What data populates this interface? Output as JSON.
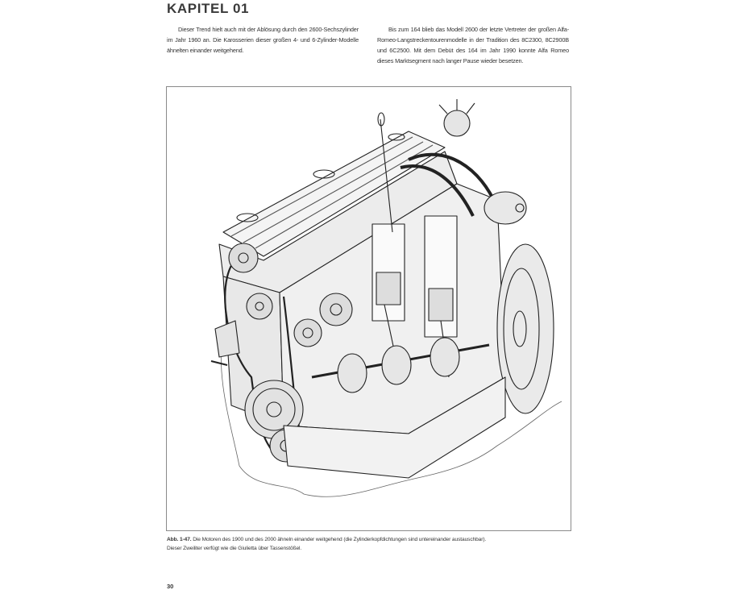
{
  "header": {
    "chapter": "KAPITEL 01"
  },
  "body": {
    "left_paragraph": "Dieser Trend hielt auch mit der Ablösung durch den 2600-Sechszylinder im Jahr 1960 an. Die Karosserien dieser großen 4- und 6-Zylinder-Modelle ähnelten einander weitgehend.",
    "right_paragraph": "Bis zum 164 blieb das Modell 2600 der letzte Vertreter der großen Alfa-Romeo-Langstreckentourenmodelle in der Tradition des 8C2300, 8C2900B und 6C2500. Mit dem Debüt des 164 im Jahr 1990 konnte Alfa Romeo dieses Marktsegment nach langer Pause wieder besetzen."
  },
  "figure": {
    "label": "Abb. 1-47.",
    "caption_line1": " Die Motoren des 1900 und des 2000 ähneln einander weitgehend (die Zylinderkopfdichtungen sind untereinander austauschbar).",
    "caption_line2": "Dieser Zweiliter verfügt wie die Giulietta über Tassenstößel."
  },
  "footer": {
    "page_number": "30"
  }
}
